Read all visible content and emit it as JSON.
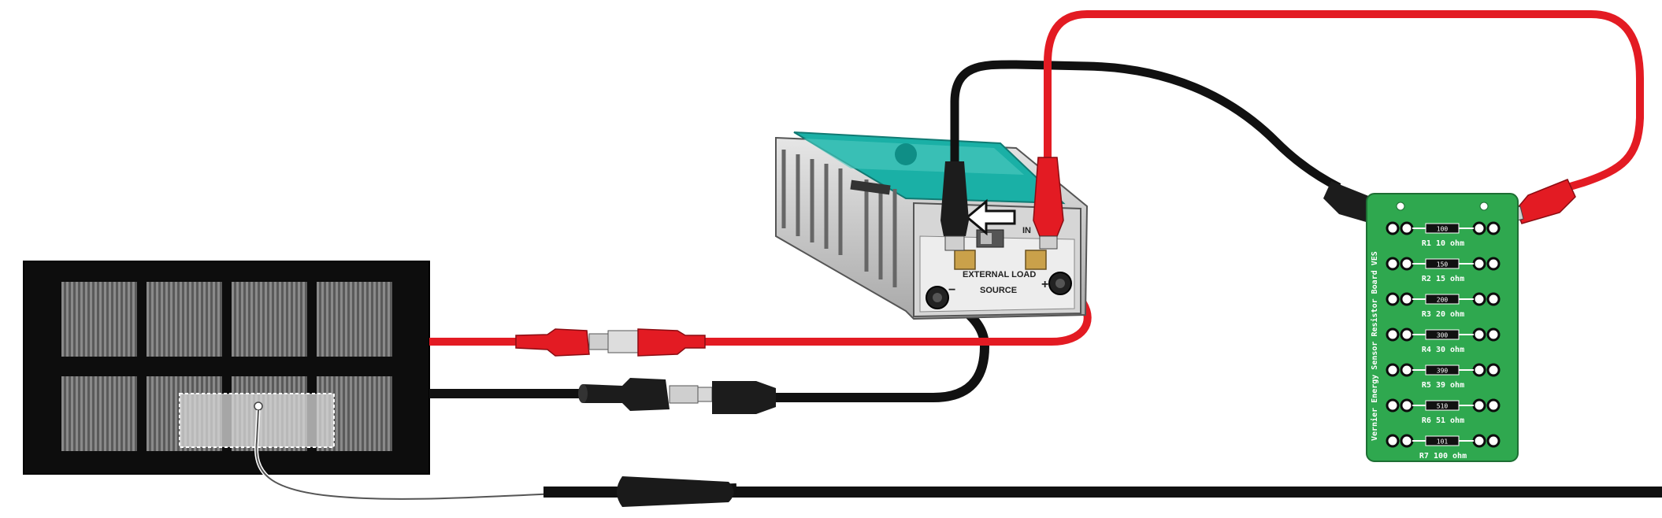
{
  "device": {
    "external_load_label": "EXTERNAL LOAD",
    "source_label": "SOURCE",
    "minus_label": "−",
    "plus_label": "+",
    "switch_label": "IN"
  },
  "resistor_board": {
    "title": "Vernier Energy Sensor Resistor Board VES",
    "rows": [
      {
        "label": "R1  10 ohm",
        "code": "100"
      },
      {
        "label": "R2  15 ohm",
        "code": "150"
      },
      {
        "label": "R3  20 ohm",
        "code": "200"
      },
      {
        "label": "R4  30 ohm",
        "code": "300"
      },
      {
        "label": "R5  39 ohm",
        "code": "390"
      },
      {
        "label": "R6  51 ohm",
        "code": "510"
      },
      {
        "label": "R7 100 ohm",
        "code": "101"
      }
    ]
  },
  "colors": {
    "red_wire": "#e31b23",
    "black_wire": "#111111",
    "board_green": "#2fa84f",
    "device_grey": "#c8c8c8",
    "device_teal": "#1ab0a6"
  }
}
